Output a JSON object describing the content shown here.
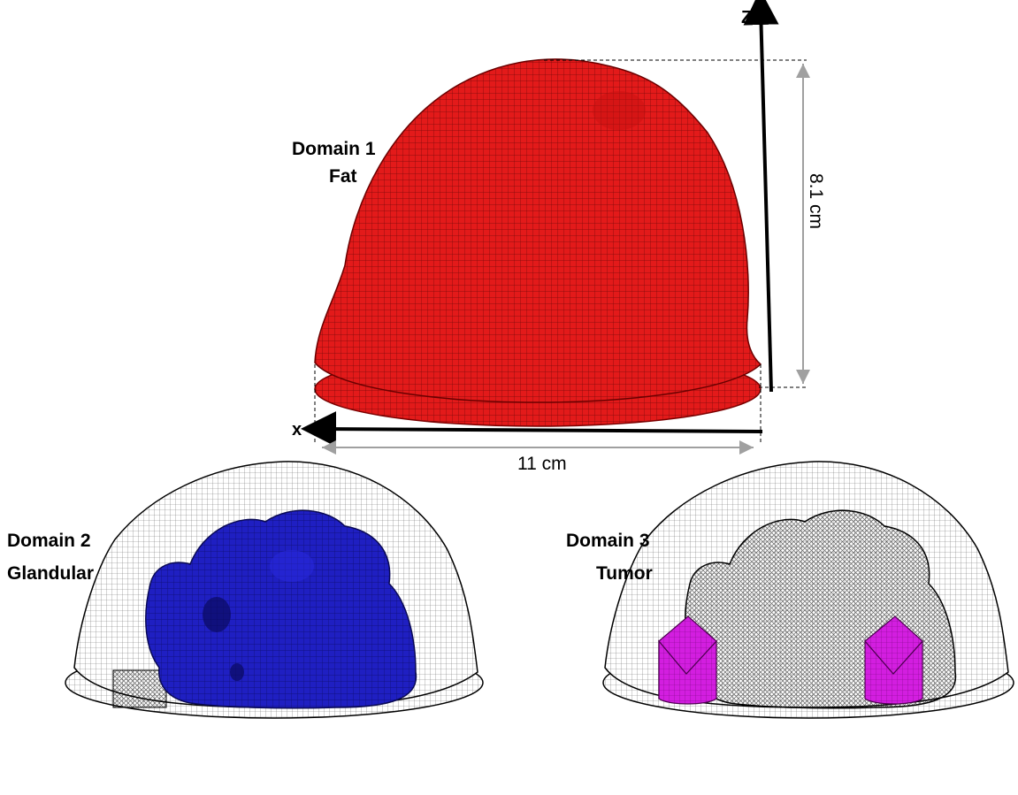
{
  "labels": {
    "domain1_title": "Domain 1",
    "domain1_name": "Fat",
    "domain2_title": "Domain 2",
    "domain2_name": "Glandular",
    "domain3_title": "Domain 3",
    "domain3_name": "Tumor"
  },
  "axes": {
    "z_label": "Z",
    "x_label": "x"
  },
  "dimensions": {
    "height": "8.1 cm",
    "width": "11 cm"
  },
  "colors": {
    "fat": "#e31a1a",
    "glandular": "#1e1ec4",
    "tumor": "#d21ee0",
    "wireframe": "#000000",
    "dimension_line": "#a0a0a0"
  }
}
